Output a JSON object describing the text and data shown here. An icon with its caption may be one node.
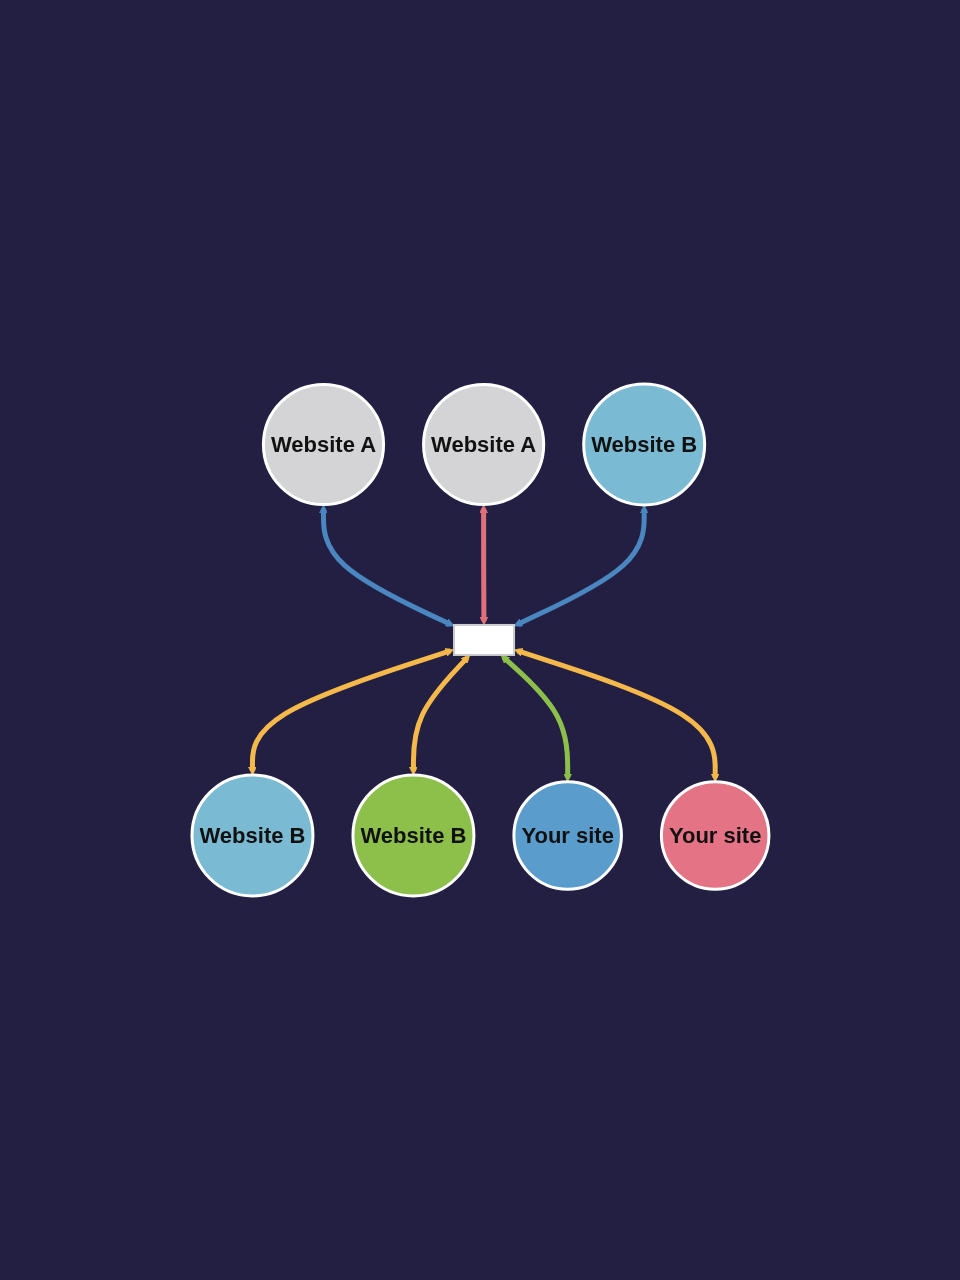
{
  "diagram": {
    "nodes": [
      {
        "text": [
          "Website A"
        ]
      },
      {
        "text": [
          "Website A"
        ]
      },
      {
        "text": [
          "Website B"
        ]
      },
      {
        "text": [],
        "shape": "box"
      },
      {
        "text": [
          "Website B"
        ]
      },
      {
        "text": [
          "Website B"
        ]
      },
      {
        "text": [
          "Your site"
        ]
      },
      {
        "text": [
          "Your site"
        ]
      }
    ],
    "edges": [
      {
        "from": 0,
        "to": 3,
        "arrow": "both",
        "color": "#4a86c0"
      },
      {
        "from": 1,
        "to": 3,
        "arrow": "both",
        "color": "#e0707a"
      },
      {
        "from": 2,
        "to": 3,
        "arrow": "both",
        "color": "#4a86c0"
      },
      {
        "from": 3,
        "to": 4,
        "arrow": "both",
        "color": "#f5b84a"
      },
      {
        "from": 3,
        "to": 5,
        "arrow": "both",
        "color": "#f5b84a"
      },
      {
        "from": 3,
        "to": 6,
        "arrow": "both",
        "color": "#8cc04a"
      },
      {
        "from": 3,
        "to": 7,
        "arrow": "both",
        "color": "#f5b84a"
      }
    ]
  }
}
